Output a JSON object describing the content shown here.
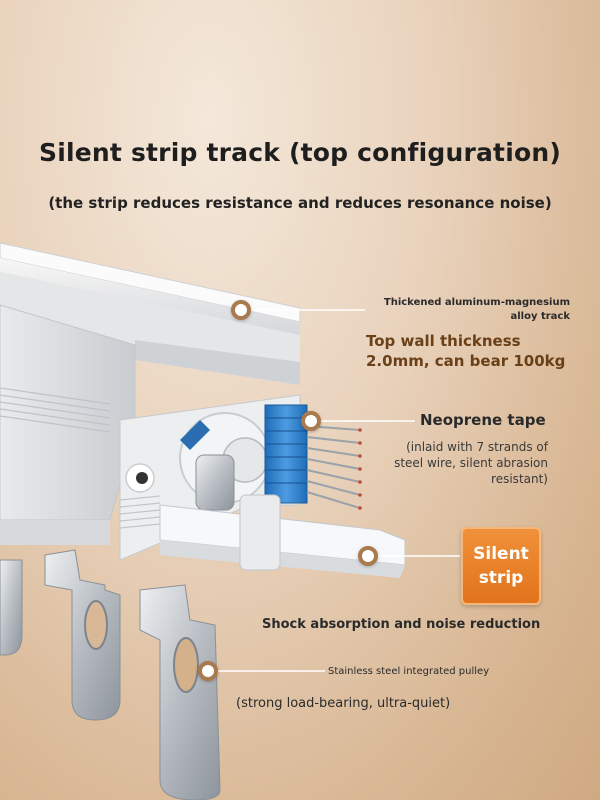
{
  "title": "Silent strip track (top configuration)",
  "subtitle": "(the strip reduces resistance and reduces resonance noise)",
  "callouts": {
    "track": {
      "line1": "Thickened aluminum-magnesium",
      "line2": "alloy track"
    },
    "wall": {
      "line1": "Top wall thickness",
      "line2": "2.0mm, can bear 100kg"
    },
    "tape": {
      "title": "Neoprene tape",
      "line1": "(inlaid with 7 strands of",
      "line2": "steel wire, silent abrasion",
      "line3": "resistant)"
    },
    "strip": {
      "badge_line1": "Silent",
      "badge_line2": "strip",
      "caption": "Shock absorption and noise reduction"
    },
    "pulley": {
      "title": "Stainless steel integrated pulley",
      "caption": "(strong load-bearing, ultra-quiet)"
    }
  },
  "colors": {
    "accent_orange": "#e8822a",
    "marker_ring": "#a87a4e",
    "tape_blue": "#2f7fc9"
  }
}
